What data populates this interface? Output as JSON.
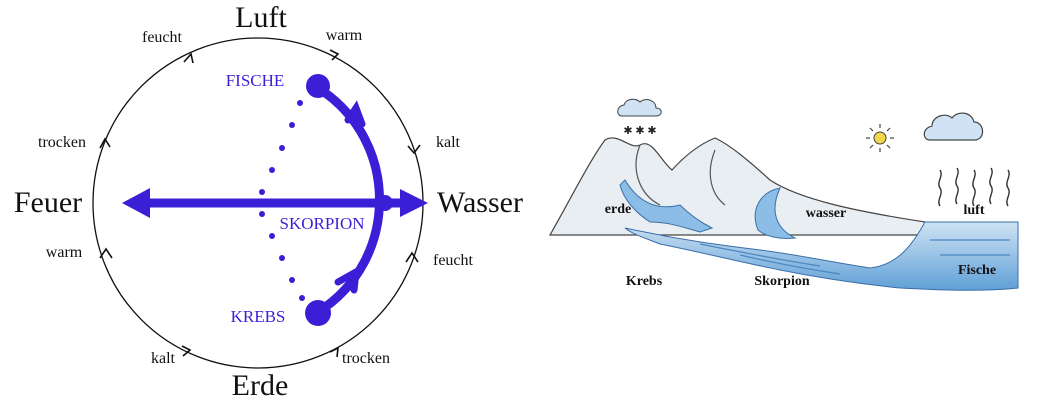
{
  "wheel": {
    "elements": {
      "top": "Luft",
      "left": "Feuer",
      "right": "Wasser",
      "bottom": "Erde"
    },
    "qualities": [
      {
        "text": "feucht"
      },
      {
        "text": "warm"
      },
      {
        "text": "trocken"
      },
      {
        "text": "kalt"
      },
      {
        "text": "warm"
      },
      {
        "text": "feucht"
      },
      {
        "text": "kalt"
      },
      {
        "text": "trocken"
      }
    ],
    "signs": {
      "fische": "FISCHE",
      "skorpion": "SKORPION",
      "krebs": "KREBS"
    },
    "colors": {
      "accent": "#3b1fd6",
      "ink": "#111111"
    }
  },
  "landscape": {
    "labels": {
      "erde": "erde",
      "wasser": "wasser",
      "luft": "luft",
      "krebs": "Krebs",
      "skorpion": "Skorpion",
      "fische": "Fische"
    },
    "colors": {
      "water": "#7fb3e0",
      "water_light": "#b9d8f0",
      "mountain": "#e9eef2",
      "sun": "#f0d84a"
    },
    "icons": [
      "sun-icon",
      "cloud-icon",
      "snow-cloud-icon",
      "heat-waves-icon"
    ]
  }
}
